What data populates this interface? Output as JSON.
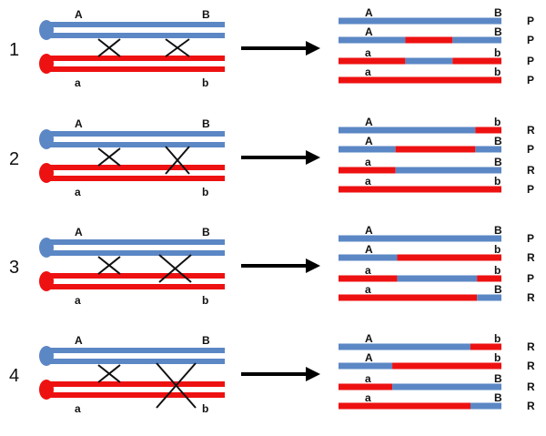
{
  "colors": {
    "blue": "#5b87c5",
    "red": "#ee1111",
    "cross": "#111111",
    "arrow": "#000000"
  },
  "rows": [
    {
      "number": "1",
      "top_left": "A",
      "top_right": "B",
      "bottom_left": "a",
      "bottom_right": "b",
      "crossovers": [
        "double-single",
        "double-single"
      ],
      "products": [
        {
          "left": "A",
          "right": "B",
          "outcome": "P",
          "segments": [
            {
              "color": "blue",
              "from": 0,
              "to": 1
            }
          ]
        },
        {
          "left": "A",
          "right": "B",
          "outcome": "P",
          "segments": [
            {
              "color": "blue",
              "from": 0,
              "to": 0.41
            },
            {
              "color": "red",
              "from": 0.41,
              "to": 0.7
            },
            {
              "color": "blue",
              "from": 0.7,
              "to": 1
            }
          ]
        },
        {
          "left": "a",
          "right": "b",
          "outcome": "P",
          "segments": [
            {
              "color": "red",
              "from": 0,
              "to": 0.41
            },
            {
              "color": "blue",
              "from": 0.41,
              "to": 0.7
            },
            {
              "color": "red",
              "from": 0.7,
              "to": 1
            }
          ]
        },
        {
          "left": "a",
          "right": "b",
          "outcome": "P",
          "segments": [
            {
              "color": "red",
              "from": 0,
              "to": 1
            }
          ]
        }
      ]
    },
    {
      "number": "2",
      "top_left": "A",
      "top_right": "B",
      "bottom_left": "a",
      "bottom_right": "b",
      "crossovers": [
        "inner",
        "outer"
      ],
      "products": [
        {
          "left": "A",
          "right": "b",
          "outcome": "R",
          "segments": [
            {
              "color": "blue",
              "from": 0,
              "to": 0.84
            },
            {
              "color": "red",
              "from": 0.84,
              "to": 1
            }
          ]
        },
        {
          "left": "A",
          "right": "B",
          "outcome": "P",
          "segments": [
            {
              "color": "blue",
              "from": 0,
              "to": 0.35
            },
            {
              "color": "red",
              "from": 0.35,
              "to": 0.84
            },
            {
              "color": "blue",
              "from": 0.84,
              "to": 1
            }
          ]
        },
        {
          "left": "a",
          "right": "B",
          "outcome": "R",
          "segments": [
            {
              "color": "red",
              "from": 0,
              "to": 0.35
            },
            {
              "color": "blue",
              "from": 0.35,
              "to": 1
            }
          ]
        },
        {
          "left": "a",
          "right": "b",
          "outcome": "P",
          "segments": [
            {
              "color": "red",
              "from": 0,
              "to": 1
            }
          ]
        }
      ]
    },
    {
      "number": "3",
      "top_left": "A",
      "top_right": "B",
      "bottom_left": "a",
      "bottom_right": "b",
      "crossovers": [
        "inner",
        "outer-low"
      ],
      "products": [
        {
          "left": "A",
          "right": "B",
          "outcome": "P",
          "segments": [
            {
              "color": "blue",
              "from": 0,
              "to": 1
            }
          ]
        },
        {
          "left": "A",
          "right": "b",
          "outcome": "R",
          "segments": [
            {
              "color": "blue",
              "from": 0,
              "to": 0.36
            },
            {
              "color": "red",
              "from": 0.36,
              "to": 1
            }
          ]
        },
        {
          "left": "a",
          "right": "b",
          "outcome": "P",
          "segments": [
            {
              "color": "red",
              "from": 0,
              "to": 0.36
            },
            {
              "color": "blue",
              "from": 0.36,
              "to": 0.85
            },
            {
              "color": "red",
              "from": 0.85,
              "to": 1
            }
          ]
        },
        {
          "left": "a",
          "right": "B",
          "outcome": "R",
          "segments": [
            {
              "color": "red",
              "from": 0,
              "to": 0.85
            },
            {
              "color": "blue",
              "from": 0.85,
              "to": 1
            }
          ]
        }
      ]
    },
    {
      "number": "4",
      "top_left": "A",
      "top_right": "B",
      "bottom_left": "a",
      "bottom_right": "b",
      "crossovers": [
        "inner",
        "big"
      ],
      "products": [
        {
          "left": "A",
          "right": "b",
          "outcome": "R",
          "segments": [
            {
              "color": "blue",
              "from": 0,
              "to": 0.81
            },
            {
              "color": "red",
              "from": 0.81,
              "to": 1
            }
          ]
        },
        {
          "left": "A",
          "right": "b",
          "outcome": "R",
          "segments": [
            {
              "color": "blue",
              "from": 0,
              "to": 0.33
            },
            {
              "color": "red",
              "from": 0.33,
              "to": 1
            }
          ]
        },
        {
          "left": "a",
          "right": "B",
          "outcome": "R",
          "segments": [
            {
              "color": "red",
              "from": 0,
              "to": 0.33
            },
            {
              "color": "blue",
              "from": 0.33,
              "to": 1
            }
          ]
        },
        {
          "left": "a",
          "right": "B",
          "outcome": "R",
          "segments": [
            {
              "color": "red",
              "from": 0,
              "to": 0.81
            },
            {
              "color": "blue",
              "from": 0.81,
              "to": 1
            }
          ]
        }
      ]
    }
  ]
}
